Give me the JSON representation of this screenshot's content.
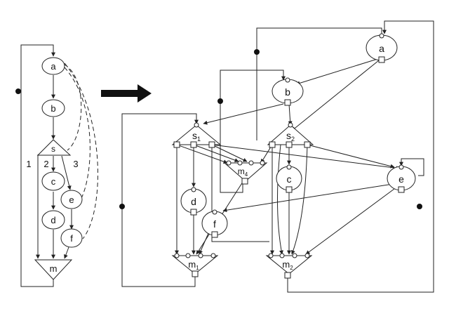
{
  "left_graph": {
    "nodes": {
      "a": "a",
      "b": "b",
      "s": "s",
      "c": "c",
      "d": "d",
      "e": "e",
      "f": "f",
      "m": "m"
    },
    "branches": {
      "b1": "1",
      "b2": "2",
      "b3": "3"
    }
  },
  "right_graph": {
    "nodes": {
      "a": "a",
      "b": "b",
      "s1": "s",
      "s1_sub": "1",
      "s2": "s",
      "s2_sub": "2",
      "m4": "m",
      "m4_sub": "4",
      "c": "c",
      "d": "d",
      "e": "e",
      "f": "f",
      "m1": "m",
      "m1_sub": "1",
      "m2": "m",
      "m2_sub": "2"
    }
  },
  "transform_arrow_icon": "right-arrow-icon"
}
